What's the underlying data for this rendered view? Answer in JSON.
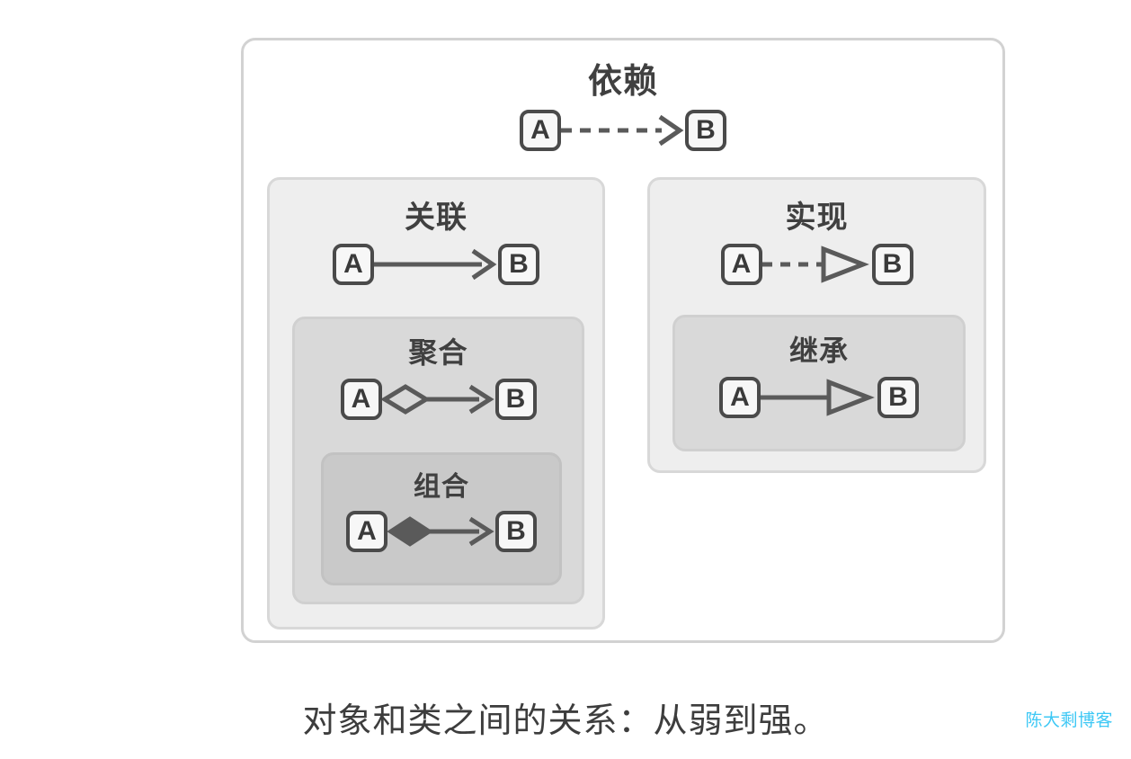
{
  "diagram": {
    "caption": "对象和类之间的关系：从弱到强。",
    "watermark": "陈大剩博客",
    "colors": {
      "frame_border": "#d2d2d2",
      "level1_bg": "#eeeeee",
      "level2_bg": "#d9d9d9",
      "level3_bg": "#c9c9c9",
      "node_border": "#4a4a4a",
      "node_fill": "#f7f7f7",
      "arrow": "#5a5a5a",
      "title_text": "#404040",
      "watermark_text": "#3ec8f5"
    },
    "relations": {
      "dependency": {
        "title": "依赖",
        "source": "A",
        "target": "B",
        "line_style": "dashed",
        "source_decoration": "none",
        "target_decoration": "open-arrow",
        "nesting_level": 0
      },
      "association": {
        "title": "关联",
        "source": "A",
        "target": "B",
        "line_style": "solid",
        "source_decoration": "none",
        "target_decoration": "open-arrow",
        "nesting_level": 1
      },
      "aggregation": {
        "title": "聚合",
        "source": "A",
        "target": "B",
        "line_style": "solid",
        "source_decoration": "hollow-diamond",
        "target_decoration": "open-arrow",
        "nesting_level": 2
      },
      "composition": {
        "title": "组合",
        "source": "A",
        "target": "B",
        "line_style": "solid",
        "source_decoration": "filled-diamond",
        "target_decoration": "open-arrow",
        "nesting_level": 3
      },
      "realization": {
        "title": "实现",
        "source": "A",
        "target": "B",
        "line_style": "dashed",
        "source_decoration": "none",
        "target_decoration": "hollow-triangle",
        "nesting_level": 1
      },
      "inheritance": {
        "title": "继承",
        "source": "A",
        "target": "B",
        "line_style": "solid",
        "source_decoration": "none",
        "target_decoration": "hollow-triangle",
        "nesting_level": 2
      }
    }
  }
}
